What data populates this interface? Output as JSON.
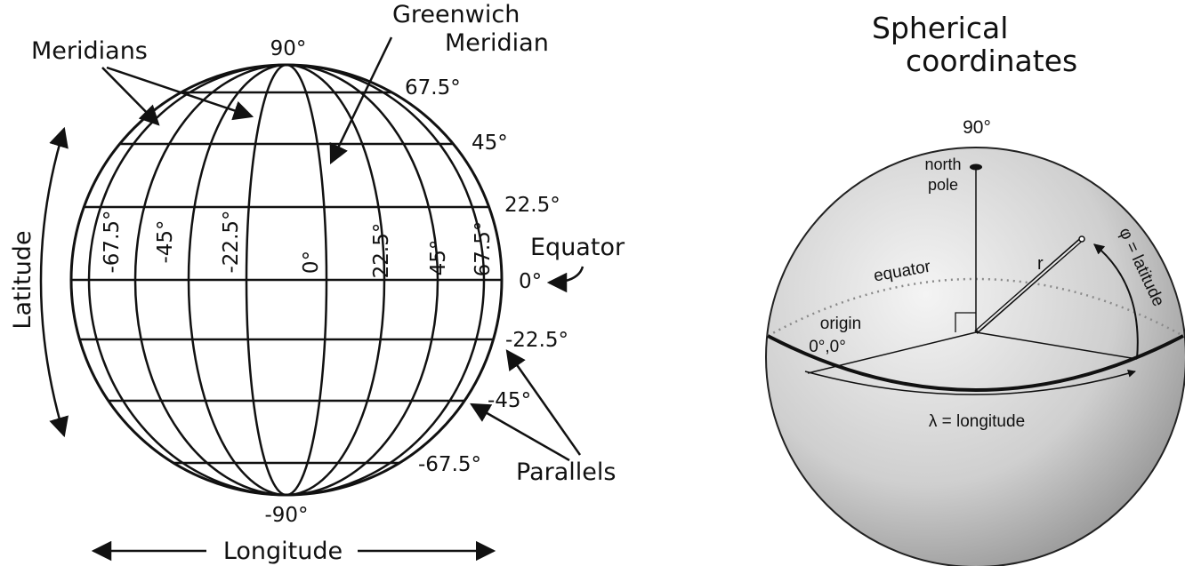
{
  "left_globe": {
    "top_label": "90°",
    "bottom_label": "-90°",
    "parallels": [
      {
        "label": "67.5°"
      },
      {
        "label": "45°"
      },
      {
        "label": "22.5°"
      },
      {
        "label": "0°"
      },
      {
        "label": "-22.5°"
      },
      {
        "label": "-45°"
      },
      {
        "label": "-67.5°"
      }
    ],
    "meridians": [
      {
        "label": "-67.5°"
      },
      {
        "label": "-45°"
      },
      {
        "label": "-22.5°"
      },
      {
        "label": "0°"
      },
      {
        "label": "22.5°"
      },
      {
        "label": "45°"
      },
      {
        "label": "67.5°"
      }
    ],
    "callouts": {
      "meridians": "Meridians",
      "greenwich_line1": "Greenwich",
      "greenwich_line2": "Meridian",
      "equator": "Equator",
      "parallels": "Parallels",
      "latitude": "Latitude",
      "longitude": "Longitude"
    }
  },
  "right_sphere": {
    "title_line1": "Spherical",
    "title_line2": "coordinates",
    "top_label": "90°",
    "north_pole_line1": "north",
    "north_pole_line2": "pole",
    "equator": "equator",
    "r_label": "r",
    "phi_label": "φ = latitude",
    "origin_line1": "origin",
    "origin_line2": "0°,0°",
    "lambda_label": "λ = longitude"
  },
  "colors": {
    "ink": "#111111",
    "sphere_light": "#f2f2f2",
    "sphere_dark": "#9a9a9a",
    "equator_dotted": "#8a8a8a"
  }
}
